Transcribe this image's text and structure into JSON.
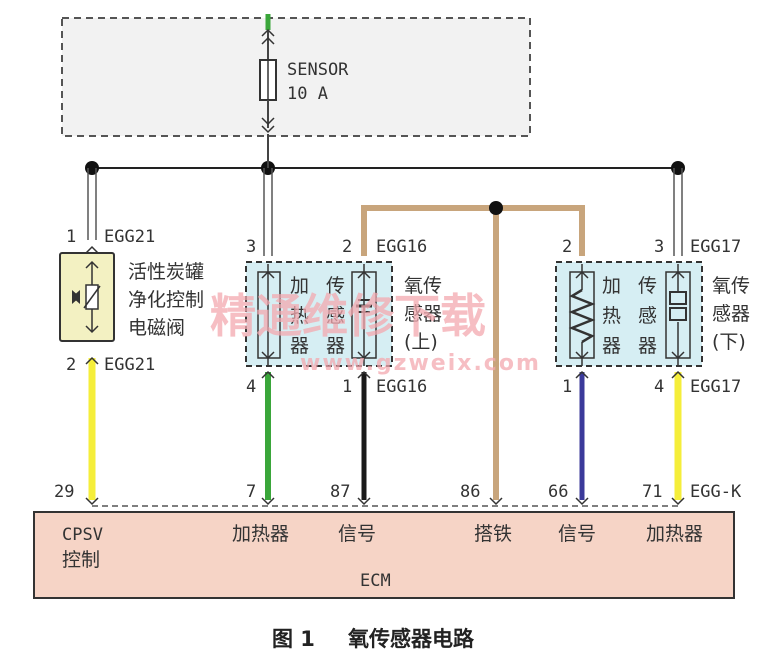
{
  "fuse": {
    "name": "SENSOR",
    "rating": "10 A"
  },
  "components": {
    "canister_solenoid": {
      "lines": [
        "活性炭罐",
        "净化控制",
        "电磁阀"
      ],
      "pin_top": "1",
      "code_top": "EGG21",
      "pin_bottom": "2",
      "code_bottom": "EGG21"
    },
    "o2_upper": {
      "heater_chars": [
        "加",
        "热",
        "器"
      ],
      "sensor_chars": [
        "传",
        "感",
        "器"
      ],
      "label_lines": [
        "氧传",
        "感器",
        "(上)"
      ],
      "pin_tl": "3",
      "pin_tr": "2",
      "code_top": "EGG16",
      "pin_bl": "4",
      "pin_br": "1",
      "code_bottom": "EGG16"
    },
    "o2_lower": {
      "heater_chars": [
        "加",
        "热",
        "器"
      ],
      "sensor_chars": [
        "传",
        "感",
        "器"
      ],
      "label_lines": [
        "氧传",
        "感器",
        "(下)"
      ],
      "pin_tl": "2",
      "pin_tr": "3",
      "code_top": "EGG17",
      "pin_bl": "1",
      "pin_br": "4",
      "code_bottom": "EGG17"
    }
  },
  "ecm": {
    "name": "ECM",
    "pins": [
      "29",
      "7",
      "87",
      "86",
      "66",
      "71"
    ],
    "connector": "EGG-K",
    "labels": {
      "cpsv_1": "CPSV",
      "cpsv_2": "控制",
      "heater_a": "加热器",
      "signal_a": "信号",
      "ground": "搭铁",
      "signal_b": "信号",
      "heater_b": "加热器"
    }
  },
  "watermark": {
    "text": "精通维修下载",
    "url": "www.gzweix.com"
  },
  "caption": {
    "fig": "图 1",
    "title": "氧传感器电路"
  },
  "colors": {
    "yellow_wire": "#f5ee3a",
    "green_wire": "#3aa63a",
    "black_wire": "#1a1a1a",
    "tan_wire": "#c8a57c",
    "blue_wire": "#3b3a9a",
    "ecm_fill": "#f6d4c6",
    "sensor_fill": "#d6eef3",
    "solenoid_fill": "#f3f1c2"
  }
}
